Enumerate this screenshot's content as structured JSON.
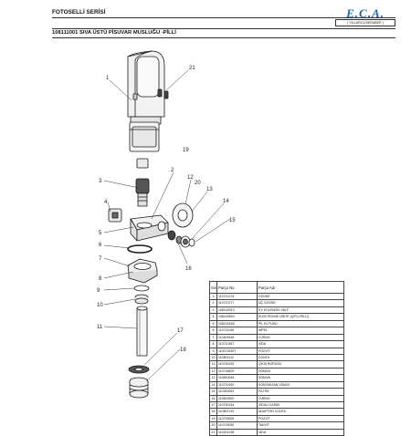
{
  "header": {
    "series": "FOTOSELLİ SERİSİ",
    "product": "108111001  SIVA ÜSTÜ PİSUVAR MUSLUĞU -PİLLİ"
  },
  "logo": {
    "brand": "E.C.A.",
    "tagline": "[ YILLARCA BERABER ]",
    "brand_color": "#1d63b8"
  },
  "callouts": [
    "1",
    "21",
    "2",
    "3",
    "4",
    "5",
    "6",
    "7",
    "8",
    "9",
    "10",
    "11",
    "12",
    "13",
    "14",
    "15",
    "16",
    "17",
    "18",
    "19",
    "20"
  ],
  "parts_table": {
    "headers": {
      "no": "Sıra No",
      "part_no": "Parça No",
      "part_name": "Parça Adı"
    },
    "rows": [
      {
        "no": "1",
        "part_no": "110710176",
        "name": "GÖVDE"
      },
      {
        "no": "2",
        "part_no": "110710177",
        "name": "ÜÇ GÖVDE"
      },
      {
        "no": "3",
        "part_no": "108102913",
        "name": "EV SOLENOİD VALF"
      },
      {
        "no": "4",
        "part_no": "108102649",
        "name": "ELEKTRONİK ÜNİTE (ÇİPLİ-PİLLİ)"
      },
      {
        "no": "5",
        "part_no": "108102448",
        "name": "PİL KUTUSU"
      },
      {
        "no": "6",
        "part_no": "110714156",
        "name": "NİPEL"
      },
      {
        "no": "7",
        "part_no": "110403448",
        "name": "O-RİNG"
      },
      {
        "no": "8",
        "part_no": "110710187",
        "name": "VİDA"
      },
      {
        "no": "9",
        "part_no": "110071630T",
        "name": "POZVİT"
      },
      {
        "no": "10",
        "part_no": "110802112",
        "name": "CONTA"
      },
      {
        "no": "11",
        "part_no": "110730139",
        "name": "ÇIKIŞ BORUSU"
      },
      {
        "no": "12",
        "part_no": "110716509",
        "name": "SOMUN"
      },
      {
        "no": "13",
        "part_no": "110810046",
        "name": "SOMUN"
      },
      {
        "no": "14",
        "part_no": "110710190",
        "name": "KONTAKSAN VİDASI"
      },
      {
        "no": "15",
        "part_no": "110300063",
        "name": "FİLTRE"
      },
      {
        "no": "16",
        "part_no": "110810590",
        "name": "O-RİNG"
      },
      {
        "no": "17",
        "part_no": "110730134",
        "name": "VİDALI KAPAK"
      },
      {
        "no": "18",
        "part_no": "110802749",
        "name": "ADAPTÖR CONTA"
      },
      {
        "no": "19",
        "part_no": "110715006",
        "name": "POZVİT"
      },
      {
        "no": "20",
        "part_no": "110715050",
        "name": "TAKVİT"
      },
      {
        "no": "21",
        "part_no": "110202138",
        "name": "VİDA"
      }
    ]
  }
}
